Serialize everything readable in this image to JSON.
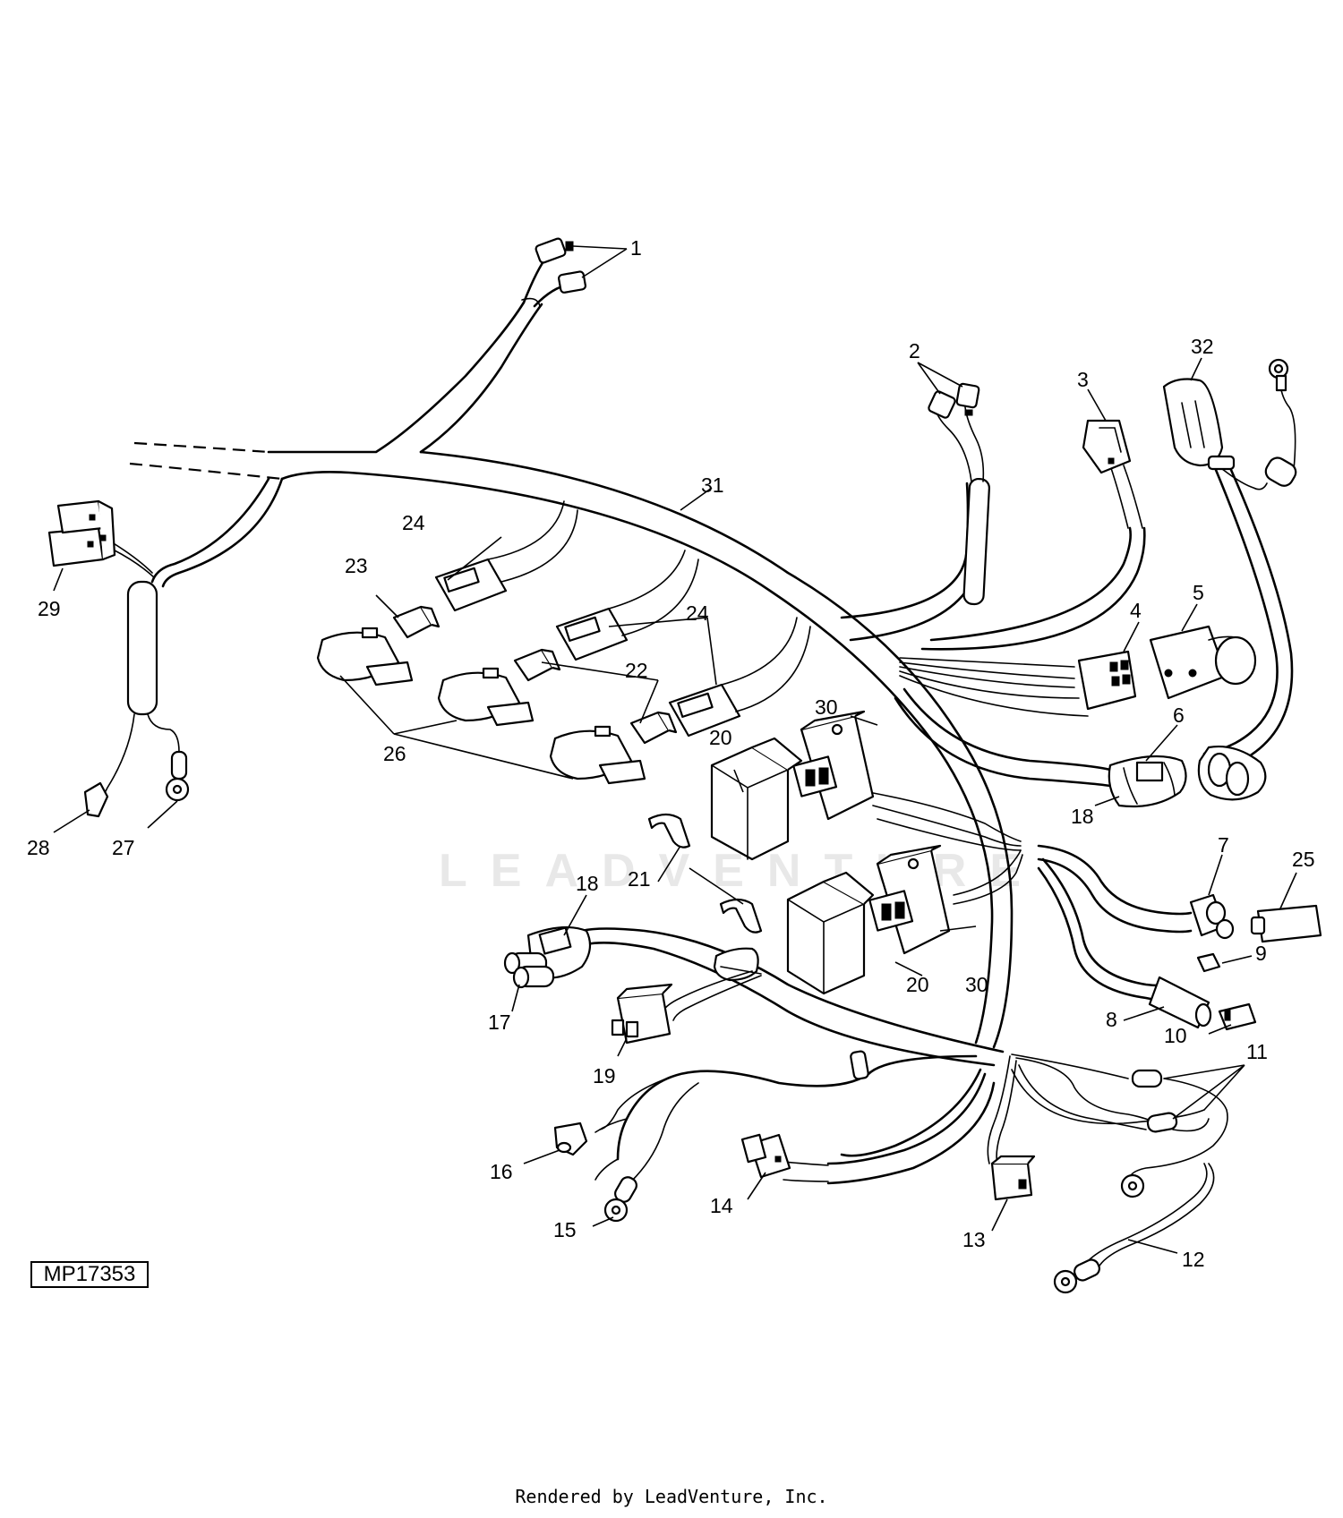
{
  "drawing_id": "MP17353",
  "watermark": "LEADVENTURE",
  "credit": "Rendered by LeadVenture, Inc.",
  "callouts": [
    {
      "id": "c1",
      "label": "1"
    },
    {
      "id": "c2",
      "label": "2"
    },
    {
      "id": "c3",
      "label": "3"
    },
    {
      "id": "c4",
      "label": "4"
    },
    {
      "id": "c5",
      "label": "5"
    },
    {
      "id": "c6",
      "label": "6"
    },
    {
      "id": "c7",
      "label": "7"
    },
    {
      "id": "c8",
      "label": "8"
    },
    {
      "id": "c9",
      "label": "9"
    },
    {
      "id": "c10",
      "label": "10"
    },
    {
      "id": "c11",
      "label": "11"
    },
    {
      "id": "c12",
      "label": "12"
    },
    {
      "id": "c13",
      "label": "13"
    },
    {
      "id": "c14",
      "label": "14"
    },
    {
      "id": "c15",
      "label": "15"
    },
    {
      "id": "c16",
      "label": "16"
    },
    {
      "id": "c17",
      "label": "17"
    },
    {
      "id": "c18a",
      "label": "18"
    },
    {
      "id": "c18b",
      "label": "18"
    },
    {
      "id": "c19",
      "label": "19"
    },
    {
      "id": "c20a",
      "label": "20"
    },
    {
      "id": "c20b",
      "label": "20"
    },
    {
      "id": "c21",
      "label": "21"
    },
    {
      "id": "c22",
      "label": "22"
    },
    {
      "id": "c23",
      "label": "23"
    },
    {
      "id": "c24a",
      "label": "24"
    },
    {
      "id": "c24b",
      "label": "24"
    },
    {
      "id": "c25",
      "label": "25"
    },
    {
      "id": "c26",
      "label": "26"
    },
    {
      "id": "c27",
      "label": "27"
    },
    {
      "id": "c28",
      "label": "28"
    },
    {
      "id": "c29",
      "label": "29"
    },
    {
      "id": "c30a",
      "label": "30"
    },
    {
      "id": "c30b",
      "label": "30"
    },
    {
      "id": "c31",
      "label": "31"
    },
    {
      "id": "c32",
      "label": "32"
    }
  ]
}
